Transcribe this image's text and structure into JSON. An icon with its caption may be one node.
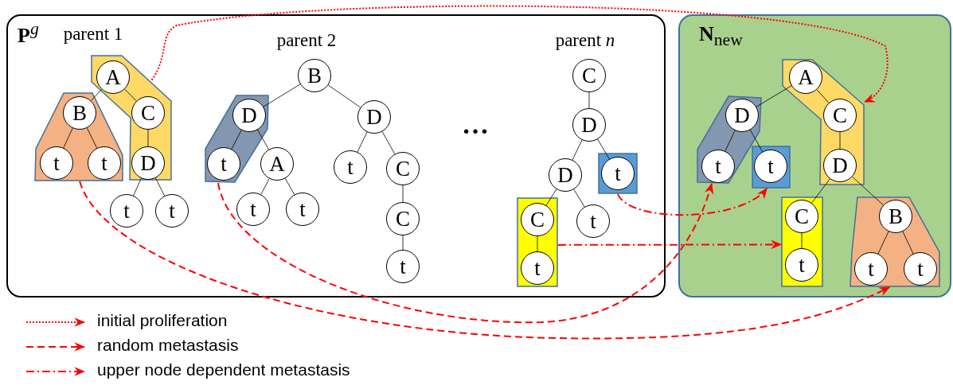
{
  "diagram": {
    "nodes": [
      {
        "text": [
          "**P**$^{g}$"
        ]
      },
      {
        "text": [],
        "shape": "polygon",
        "in": 0
      },
      {
        "text": [
          "A"
        ],
        "in": 1
      },
      {
        "text": [],
        "shape": "polygon",
        "in": 0
      },
      {
        "text": [
          "B"
        ],
        "in": 3
      },
      {
        "text": [
          "t"
        ],
        "in": 3
      },
      {
        "text": [
          "t"
        ],
        "in": 3
      },
      {
        "text": [
          "C"
        ],
        "in": 1
      },
      {
        "text": [
          "D"
        ],
        "in": 1
      },
      {
        "text": [
          "t"
        ],
        "in": 0
      },
      {
        "text": [
          "t"
        ],
        "in": 0
      },
      {
        "text": [
          "B"
        ],
        "in": 0
      },
      {
        "text": [],
        "shape": "polygon",
        "in": 0
      },
      {
        "text": [
          "D"
        ],
        "in": 12
      },
      {
        "text": [
          "t"
        ],
        "in": 12
      },
      {
        "text": [
          "A"
        ],
        "in": 0
      },
      {
        "text": [
          "t"
        ],
        "in": 0
      },
      {
        "text": [
          "t"
        ],
        "in": 0
      },
      {
        "text": [
          "D"
        ],
        "in": 0
      },
      {
        "text": [
          "t"
        ],
        "in": 0
      },
      {
        "text": [
          "C"
        ],
        "in": 0
      },
      {
        "text": [
          "C"
        ],
        "in": 0
      },
      {
        "text": [
          "t"
        ],
        "in": 0
      },
      {
        "text": [
          "C"
        ],
        "in": 0
      },
      {
        "text": [
          "D"
        ],
        "in": 0
      },
      {
        "text": [
          "D"
        ],
        "in": 0
      },
      {
        "text": [],
        "shape": "box",
        "in": 0
      },
      {
        "text": [
          "t"
        ],
        "in": 26
      },
      {
        "text": [],
        "shape": "box",
        "in": 0
      },
      {
        "text": [
          "C"
        ],
        "in": 28
      },
      {
        "text": [
          "t"
        ],
        "in": 28
      },
      {
        "text": [
          "t"
        ],
        "in": 0
      },
      {
        "text": [
          "**N**$_{new}$"
        ]
      },
      {
        "text": [],
        "shape": "polygon",
        "in": 32
      },
      {
        "text": [
          "A"
        ],
        "in": 33
      },
      {
        "text": [],
        "shape": "polygon",
        "in": 32
      },
      {
        "text": [
          "D"
        ],
        "in": 35
      },
      {
        "text": [
          "t"
        ],
        "in": 35
      },
      {
        "text": [],
        "shape": "box",
        "in": 32
      },
      {
        "text": [
          "t"
        ],
        "in": 38
      },
      {
        "text": [
          "C"
        ],
        "in": 33
      },
      {
        "text": [
          "D"
        ],
        "in": 33
      },
      {
        "text": [],
        "shape": "box",
        "in": 32
      },
      {
        "text": [
          "C"
        ],
        "in": 42
      },
      {
        "text": [
          "t"
        ],
        "in": 42
      },
      {
        "text": [],
        "shape": "polygon",
        "in": 32
      },
      {
        "text": [
          "B"
        ],
        "in": 45
      },
      {
        "text": [
          "t"
        ],
        "in": 45
      },
      {
        "text": [
          "t"
        ],
        "in": 45
      }
    ],
    "edges": [
      {
        "from": 2,
        "to": 4,
        "arrow": "none"
      },
      {
        "from": 2,
        "to": 7,
        "arrow": "none"
      },
      {
        "from": 4,
        "to": 5,
        "arrow": "none"
      },
      {
        "from": 4,
        "to": 6,
        "arrow": "none"
      },
      {
        "from": 7,
        "to": 8,
        "arrow": "none"
      },
      {
        "from": 8,
        "to": 9,
        "arrow": "none"
      },
      {
        "from": 8,
        "to": 10,
        "arrow": "none"
      },
      {
        "from": 11,
        "to": 13,
        "arrow": "none"
      },
      {
        "from": 11,
        "to": 18,
        "arrow": "none"
      },
      {
        "from": 13,
        "to": 14,
        "arrow": "none"
      },
      {
        "from": 13,
        "to": 15,
        "arrow": "none"
      },
      {
        "from": 15,
        "to": 16,
        "arrow": "none"
      },
      {
        "from": 15,
        "to": 17,
        "arrow": "none"
      },
      {
        "from": 18,
        "to": 19,
        "arrow": "none"
      },
      {
        "from": 18,
        "to": 20,
        "arrow": "none"
      },
      {
        "from": 20,
        "to": 21,
        "arrow": "none"
      },
      {
        "from": 21,
        "to": 22,
        "arrow": "none"
      },
      {
        "from": 23,
        "to": 24,
        "arrow": "none"
      },
      {
        "from": 24,
        "to": 25,
        "arrow": "none"
      },
      {
        "from": 24,
        "to": 27,
        "arrow": "none"
      },
      {
        "from": 25,
        "to": 29,
        "arrow": "none"
      },
      {
        "from": 25,
        "to": 31,
        "arrow": "none"
      },
      {
        "from": 29,
        "to": 30,
        "arrow": "none"
      },
      {
        "from": 34,
        "to": 36,
        "arrow": "none"
      },
      {
        "from": 34,
        "to": 40,
        "arrow": "none"
      },
      {
        "from": 36,
        "to": 37,
        "arrow": "none"
      },
      {
        "from": 36,
        "to": 39,
        "arrow": "none"
      },
      {
        "from": 40,
        "to": 41,
        "arrow": "none"
      },
      {
        "from": 41,
        "to": 43,
        "arrow": "none"
      },
      {
        "from": 41,
        "to": 46,
        "arrow": "none"
      },
      {
        "from": 43,
        "to": 44,
        "arrow": "none"
      },
      {
        "from": 46,
        "to": 47,
        "arrow": "none"
      },
      {
        "from": 46,
        "to": 48,
        "arrow": "none"
      },
      {
        "from": 1,
        "to": 33,
        "arrow": "to",
        "style": "dashed",
        "color": "#ff0000"
      },
      {
        "from": 3,
        "to": 45,
        "arrow": "to",
        "style": "dashed",
        "color": "#ff0000"
      },
      {
        "from": 12,
        "to": 35,
        "arrow": "to",
        "style": "dashed",
        "color": "#ff0000"
      },
      {
        "from": 26,
        "to": 38,
        "arrow": "to",
        "style": "dashed",
        "color": "#ff0000"
      },
      {
        "from": 28,
        "to": 42,
        "arrow": "to",
        "style": "dashed",
        "color": "#ff0000"
      }
    ],
    "labels": [
      "parent 1",
      "parent 2",
      "…",
      "parent *n*"
    ],
    "legend": [
      {
        "text": "initial proliferation"
      },
      {
        "text": "random metastasis"
      },
      {
        "text": "upper node dependent metastasis"
      }
    ]
  }
}
